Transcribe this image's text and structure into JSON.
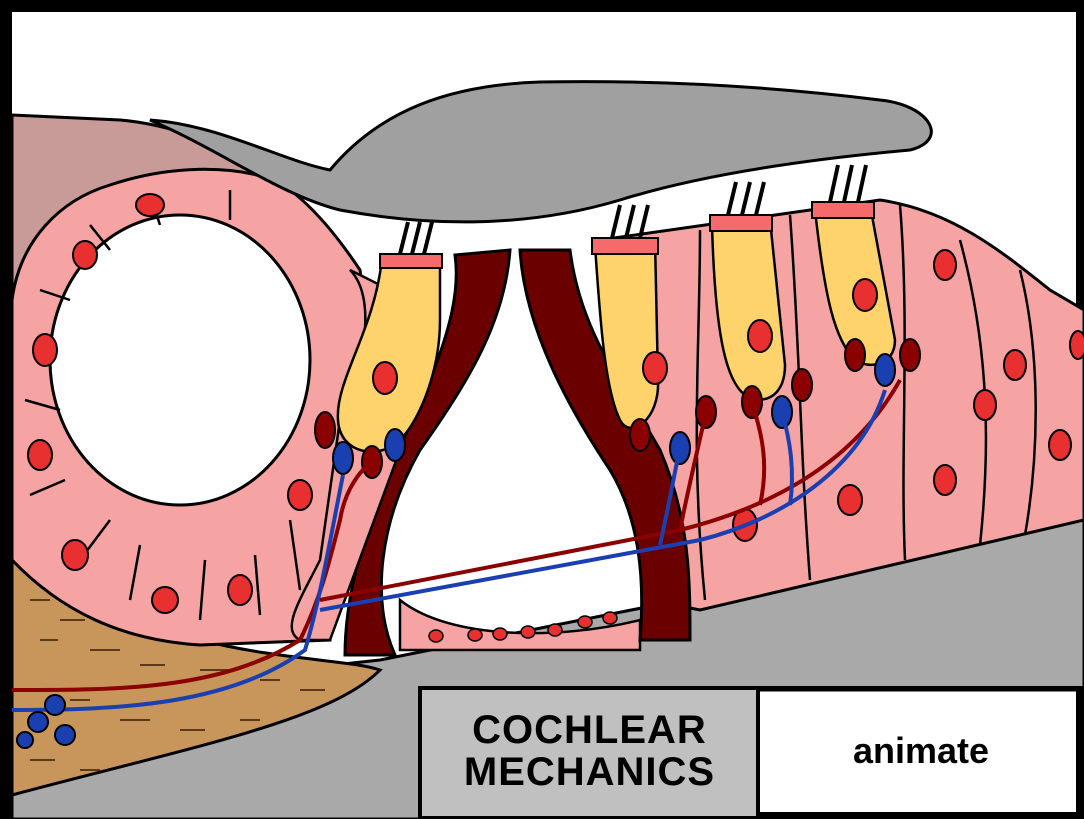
{
  "title": {
    "line1": "COCHLEAR",
    "line2": "MECHANICS"
  },
  "animate_label": "animate",
  "colors": {
    "tissue_pink": "#f5a3a3",
    "cell_outline": "#000000",
    "hair_cell_yellow": "#ffd36b",
    "nucleus_red": "#e83030",
    "pillar_dark_red": "#6b0000",
    "tectorial_gray": "#a0a0a0",
    "bone_tan": "#c8955a",
    "afferent_blue": "#1a3fb0",
    "efferent_red": "#8b0000",
    "stria_mauve": "#c89a98",
    "title_box_gray": "#c0c0c0"
  },
  "icons": [
    "hair-cell-stereocilia",
    "nerve-ending",
    "cell-nucleus"
  ]
}
